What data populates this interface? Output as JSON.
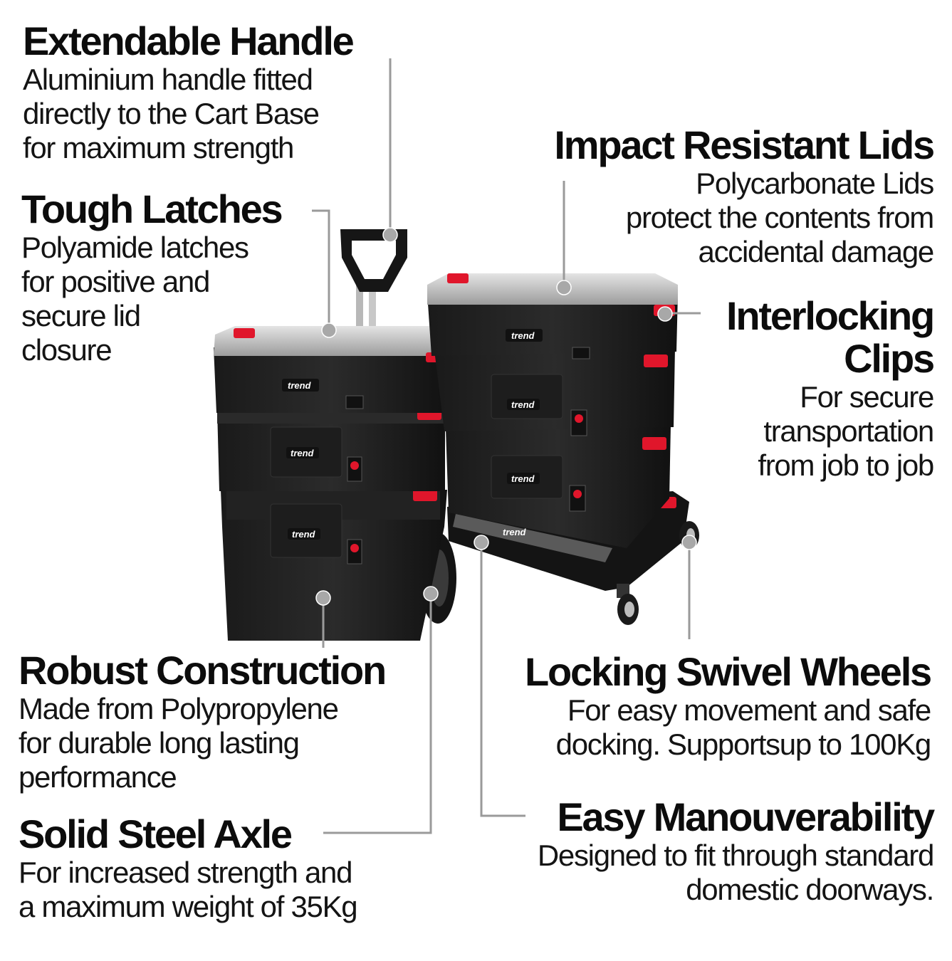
{
  "brand_logo": "trend",
  "accent_color": "#e0162b",
  "features": [
    {
      "id": "extendable-handle",
      "title": "Extendable Handle",
      "lines": [
        "Aluminium handle fitted",
        "directly to the Cart Base",
        "for maximum strength"
      ]
    },
    {
      "id": "tough-latches",
      "title": "Tough Latches",
      "lines": [
        "Polyamide latches",
        "for positive and",
        "secure lid",
        "closure"
      ]
    },
    {
      "id": "impact-lids",
      "title": "Impact Resistant Lids",
      "lines": [
        "Polycarbonate Lids",
        "protect the contents from",
        "accidental damage"
      ]
    },
    {
      "id": "interlocking-clips",
      "title_lines": [
        "Interlocking",
        "Clips"
      ],
      "lines": [
        "For secure",
        "transportation",
        "from job to job"
      ]
    },
    {
      "id": "robust-construction",
      "title": "Robust Construction",
      "lines": [
        "Made from Polypropylene",
        "for durable long lasting",
        "performance"
      ]
    },
    {
      "id": "locking-wheels",
      "title": "Locking Swivel Wheels",
      "lines": [
        "For easy movement and safe",
        "docking. Supportsup to 100Kg"
      ]
    },
    {
      "id": "steel-axle",
      "title": "Solid Steel Axle",
      "lines": [
        "For increased strength and",
        "a maximum weight of 35Kg"
      ]
    },
    {
      "id": "manouverability",
      "title": "Easy Manouverability",
      "lines": [
        "Designed to fit through standard",
        "domestic doorways."
      ]
    }
  ]
}
